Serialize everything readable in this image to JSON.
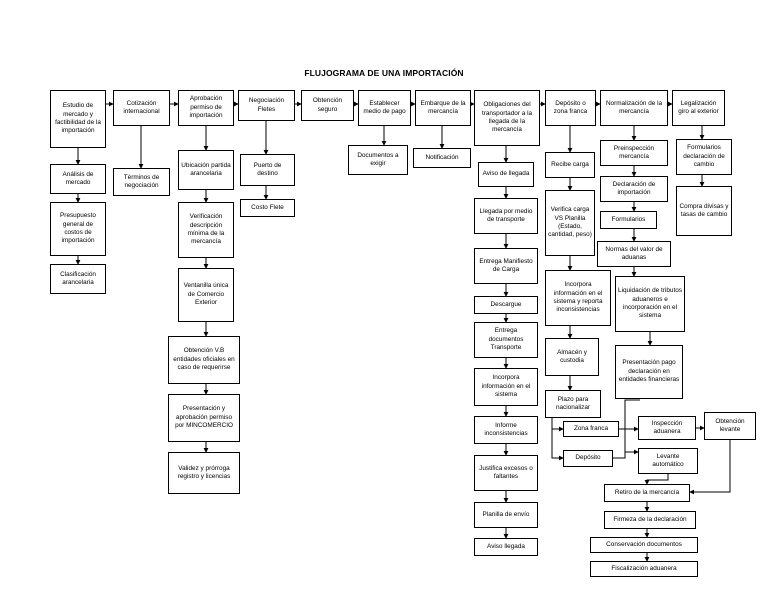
{
  "title": "FLUJOGRAMA DE UNA IMPORTACIÓN",
  "nodes": {
    "n1": "Estudio de mercado y factibilidad de la importación",
    "n2": "Cotización internacional",
    "n3": "Aprobación permiso de importación",
    "n4": "Negociación Fletes",
    "n5": "Obtención seguro",
    "n6": "Establecer medio de pago",
    "n7": "Embarque de la mercancía",
    "n8": "Obligaciones del transportador a la llegada de la mercancía",
    "n9": "Depósito o zona franca",
    "n10": "Normalización de la mercancía",
    "n11": "Legalización giro al exterior",
    "a1": "Análisis de mercado",
    "a2": "Presupuesto general de costos de importación",
    "a3": "Clasificación arancelaria",
    "b1": "Términos de negociación",
    "c1": "Ubicación partida arancelaria",
    "c2": "Verificación descripción mínima de la mercancía",
    "c3": "Ventanilla única de Comercio Exterior",
    "c4": "Obtención V.B entidades oficiales en caso de requerirse",
    "c5": "Presentación y aprobación permiso por MINCOMERCIO",
    "c6": "Validez y prórroga registro y licencias",
    "d1": "Puerto de destino",
    "d2": "Costo Flete",
    "f1": "Documentos a exigir",
    "g1": "Notificación",
    "h1": "Aviso de llegada",
    "h2": "Llegada por medio de transporte",
    "h3": "Entrega Manifiesto de Carga",
    "h4": "Descargue",
    "h5": "Entrega documentos Transporte",
    "h6": "Incorpora información en el sistema",
    "h7": "Informe inconsistencias",
    "h8": "Justifica excesos o faltantes",
    "h9": "Planilla de envío",
    "h10": "Aviso llegada",
    "i1": "Recibe carga",
    "i2": "Verifica carga VS Planilla (Estado, cantidad, peso)",
    "i3": "Incorpora información en el sistema y reporta inconsistencias",
    "i4": "Almacén y custodia",
    "i5": "Plazo para nacionalizar",
    "i6": "Zona franca",
    "i7": "Depósito",
    "j1": "Preinspección mercancía",
    "j2": "Declaración de importación",
    "j3": "Formularios",
    "j4": "Normas del valor de aduanas",
    "j5": "Liquidación de tributos aduaneros e incorporación en el sistema",
    "j6": "Presentación pago declaración en entidades financieras",
    "j7": "Inspección aduanera",
    "j8": "Obtención levante",
    "j9": "Levante automático",
    "j10": "Retiro de la mercancía",
    "j11": "Firmeza de la declaración",
    "j12": "Conservación documentos",
    "j13": "Fiscalización aduanera",
    "k1": "Formularios declaración de cambio",
    "k2": "Compra divisas y tasas de cambio"
  }
}
